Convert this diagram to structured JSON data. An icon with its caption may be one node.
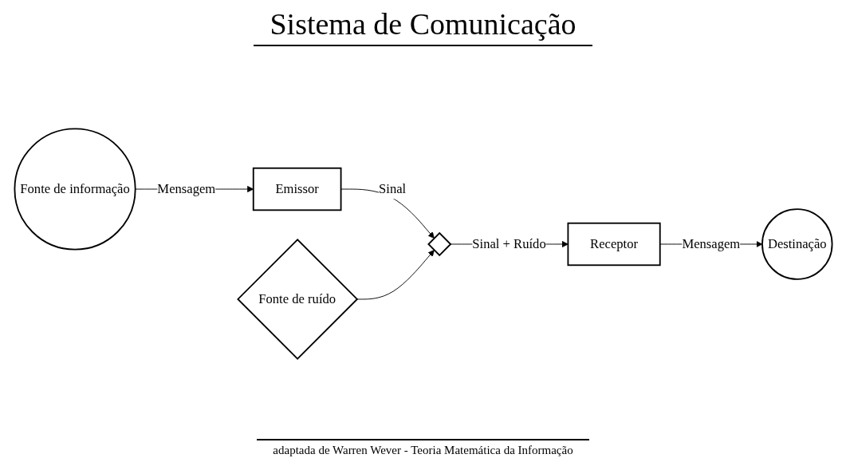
{
  "diagram": {
    "title": "Sistema de Comunicação",
    "caption": "adaptada de Warren Wever - Teoria Matemática da Informação",
    "nodes": [
      {
        "text": [
          "Fonte de informação"
        ]
      },
      {
        "text": [
          "Emissor"
        ]
      },
      {
        "text": [],
        "shape": "diamond"
      },
      {
        "text": [
          "Receptor"
        ]
      },
      {
        "text": [
          "Destinação"
        ]
      },
      {
        "text": [
          "Fonte de ruído"
        ]
      }
    ],
    "edges": [
      {
        "from": 0,
        "to": 1,
        "arrow": "to",
        "label": "Mensagem"
      },
      {
        "from": 1,
        "to": 2,
        "arrow": "to",
        "label": "Sinal"
      },
      {
        "from": 2,
        "to": 3,
        "arrow": "to",
        "label": "Sinal + Ruído"
      },
      {
        "from": 3,
        "to": 4,
        "arrow": "to",
        "label": "Mensagem"
      },
      {
        "from": 5,
        "to": 2,
        "arrow": "to"
      }
    ]
  }
}
